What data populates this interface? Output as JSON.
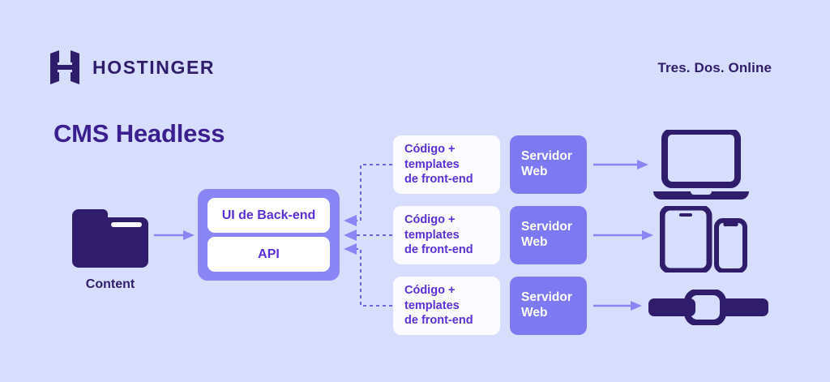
{
  "header": {
    "brand_name": "HOSTINGER",
    "brand_mark_icon": "hostinger-h-logo",
    "partner_name": "Tres. Dos. Online"
  },
  "page_title": "CMS Headless",
  "colors": {
    "background": "#d7ddfc",
    "dark_navy": "#2f1c6a",
    "title_purple": "#3b1e8f",
    "accent_purple": "#5b2fd6",
    "core_box": "#8a85f5",
    "server_box": "#7d79f2",
    "card_white": "#fbfbfd",
    "arrow": "#8a85f5"
  },
  "source": {
    "icon": "folder-icon",
    "label": "Content"
  },
  "core": {
    "cells": [
      {
        "label": "UI de Back-end"
      },
      {
        "label": "API"
      }
    ]
  },
  "rows": [
    {
      "frontend_label": "Código +\ntemplates\nde front-end",
      "server_label": "Servidor\nWeb",
      "device_icon": "laptop-icon"
    },
    {
      "frontend_label": "Código +\ntemplates\nde front-end",
      "server_label": "Servidor\nWeb",
      "device_icon": "tablet-and-phone-icon"
    },
    {
      "frontend_label": "Código +\ntemplates\nde front-end",
      "server_label": "Servidor\nWeb",
      "device_icon": "smartwatch-icon"
    }
  ]
}
